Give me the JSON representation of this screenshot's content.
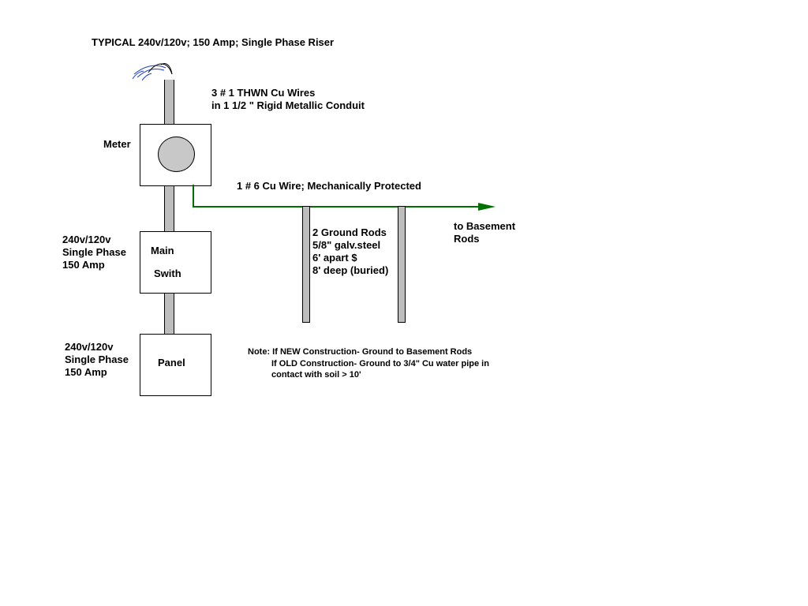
{
  "title": "TYPICAL 240v/120v; 150 Amp; Single Phase Riser",
  "conduit_label": [
    "3 # 1 THWN Cu Wires",
    "in 1 1/2 \" Rigid Metallic Conduit"
  ],
  "meter": {
    "label": "Meter"
  },
  "main_switch": {
    "side_label": [
      "240v/120v",
      "Single Phase",
      "150 Amp"
    ],
    "box_label": [
      "Main",
      "Swith"
    ]
  },
  "panel": {
    "side_label": [
      "240v/120v",
      "Single Phase",
      "150 Amp"
    ],
    "box_label": "Panel"
  },
  "ground_wire_label": "1 # 6 Cu Wire; Mechanically Protected",
  "ground_wire_color": "#007000",
  "ground_rods_label": [
    "2 Ground Rods",
    "5/8\" galv.steel",
    "6' apart $",
    "8' deep (buried)"
  ],
  "destination_label": [
    "to Basement",
    "Rods"
  ],
  "note": [
    "Note: If NEW Construction- Ground to Basement Rods",
    "If OLD Construction- Ground to 3/4\" Cu water pipe in",
    "contact with soil > 10'"
  ],
  "colors": {
    "conduit": "#bdbdbd",
    "meter_face": "#c8c8c8",
    "service_drop": "#1a3fd8"
  }
}
